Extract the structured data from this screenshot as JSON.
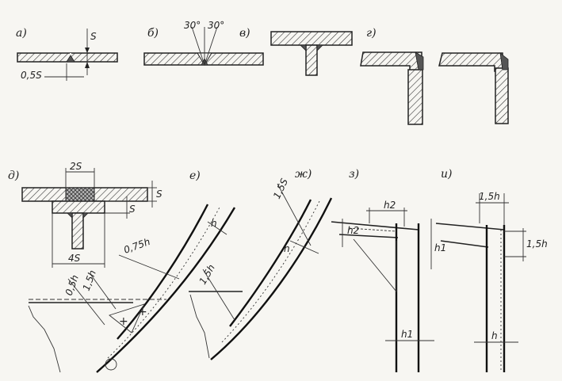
{
  "labels": {
    "a": "а)",
    "b": "б)",
    "v": "в)",
    "g": "г)",
    "d": "д)",
    "e": "е)",
    "zh": "ж)",
    "z": "з)",
    "i": "и)"
  },
  "dims": {
    "a_s": "S",
    "a_half": "0,5S",
    "b_left": "30°",
    "b_right": "30°",
    "d_top": "2S",
    "d_s1": "S",
    "d_s2": "S",
    "d_bottom": "4S",
    "e_h": "h",
    "e_075": "0,75h",
    "e_15": "1,5h",
    "e_05": "0,5h",
    "zh_155": "1,5S",
    "zh_15": "1,5h",
    "zh_h": "h",
    "z_h2a": "h2",
    "z_h2b": "h2",
    "z_h1": "h1",
    "i_15top": "1,5h",
    "i_15right": "1,5h",
    "i_h1": "h1",
    "i_h": "h"
  }
}
